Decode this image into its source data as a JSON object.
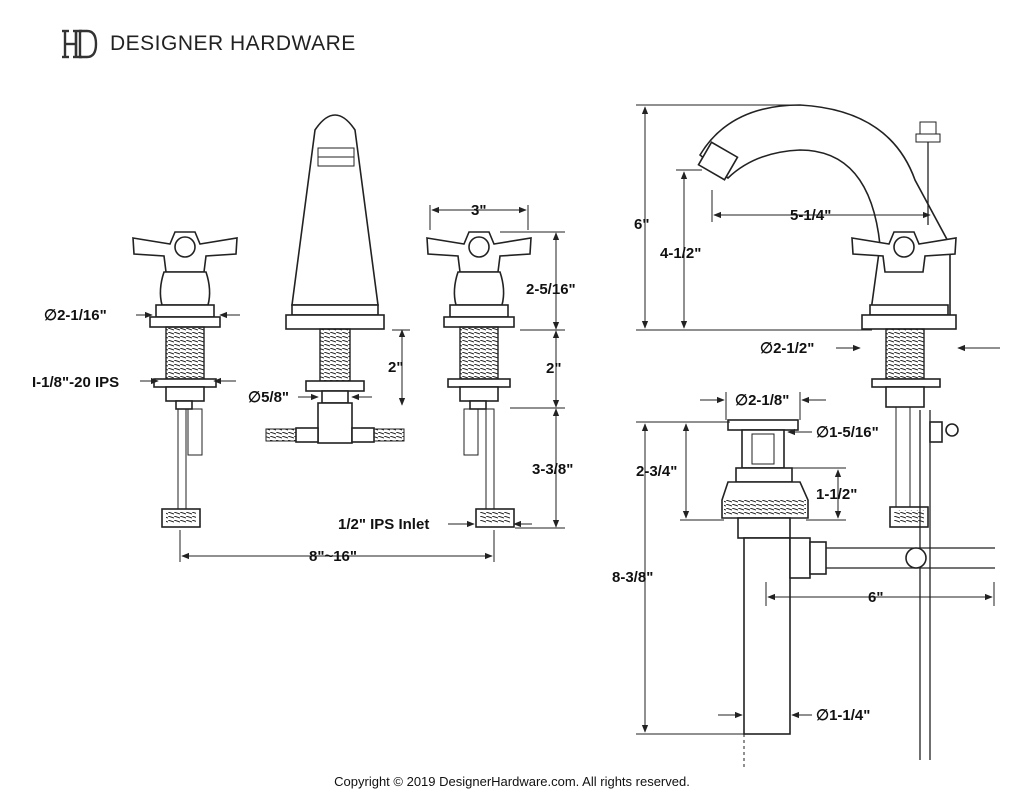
{
  "brand": {
    "name": "DESIGNER HARDWARE",
    "logo_icon": "dh-monogram-logo"
  },
  "dimensions": {
    "handle_diameter": "∅2-1/16\"",
    "thread_size": "I-1/8\"-20 IPS",
    "outlet_diameter": "∅5/8\"",
    "spout_shank_height": "2\"",
    "handle_width": "3\"",
    "handle_height": "2-5/16\"",
    "valve_shank_height": "2\"",
    "valve_body_height": "3-3/8\"",
    "inlet_label": "1/2\" IPS Inlet",
    "spread": "8\"~16\"",
    "overall_height": "6\"",
    "spout_height": "4-1/2\"",
    "spout_reach": "5-1/4\"",
    "base_diameter": "∅2-1/2\"",
    "drain_top_diameter": "∅2-1/8\"",
    "drain_body_diameter": "∅1-5/16\"",
    "drain_height_a": "2-3/4\"",
    "drain_height_b": "1-1/2\"",
    "drain_total_height": "8-3/8\"",
    "lift_rod_reach": "6\"",
    "tailpiece_diameter": "∅1-1/4\""
  },
  "footer": {
    "copyright": "Copyright © 2019 DesignerHardware.com. All rights reserved."
  }
}
